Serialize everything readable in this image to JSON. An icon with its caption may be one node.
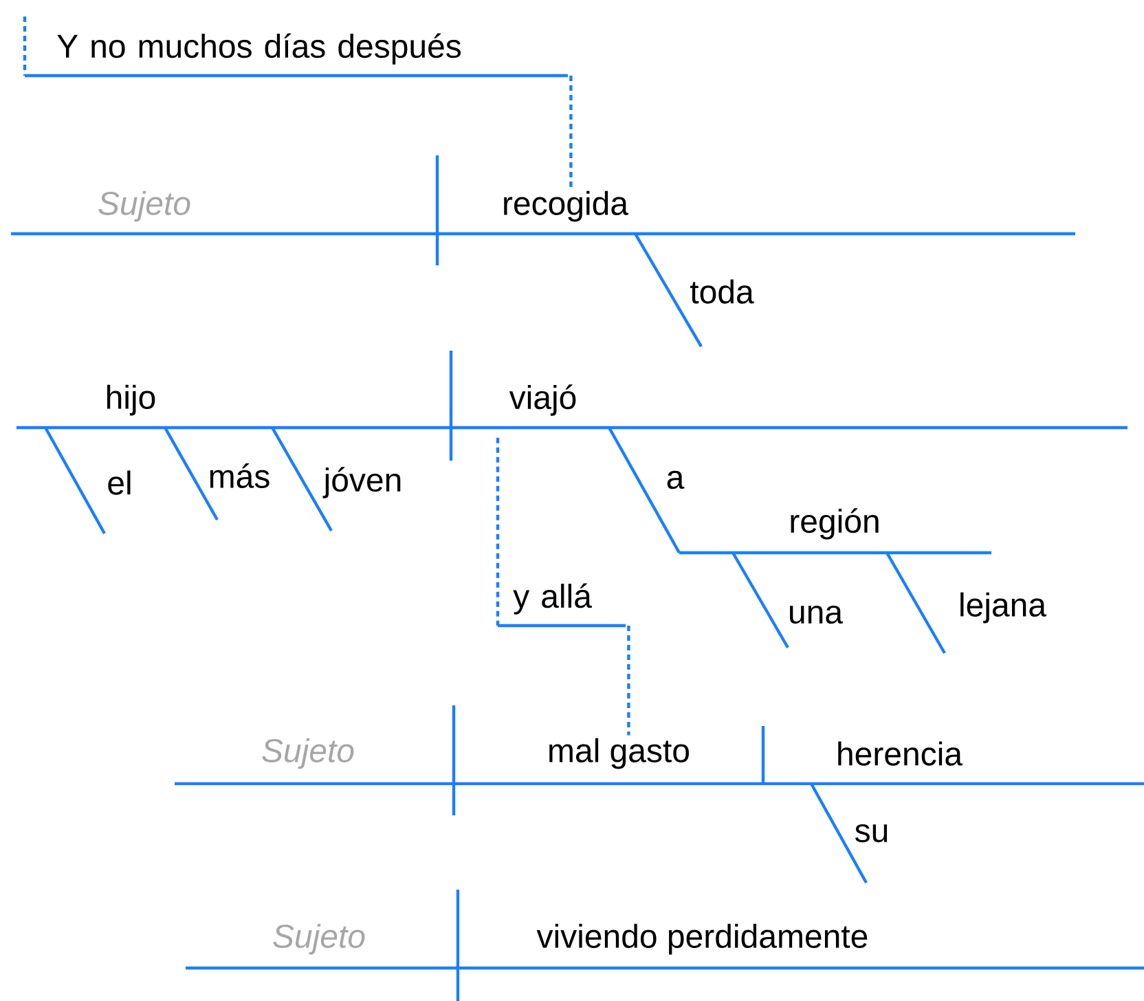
{
  "diagram": {
    "nodes": [
      {
        "text": [
          "Y no muchos días después"
        ]
      },
      {
        "text": [
          "Sujeto"
        ]
      },
      {
        "text": [
          "recogida"
        ]
      },
      {
        "text": [
          "toda"
        ]
      },
      {
        "text": [
          "hijo"
        ]
      },
      {
        "text": [
          "viajó"
        ]
      },
      {
        "text": [
          "el"
        ]
      },
      {
        "text": [
          "más"
        ]
      },
      {
        "text": [
          "jóven"
        ]
      },
      {
        "text": [
          "a"
        ]
      },
      {
        "text": [
          "región"
        ]
      },
      {
        "text": [
          "una"
        ]
      },
      {
        "text": [
          "lejana"
        ]
      },
      {
        "text": [
          "y allá"
        ]
      },
      {
        "text": [
          "Sujeto"
        ]
      },
      {
        "text": [
          "mal gasto"
        ]
      },
      {
        "text": [
          "herencia"
        ]
      },
      {
        "text": [
          "su"
        ]
      },
      {
        "text": [
          "Sujeto"
        ]
      },
      {
        "text": [
          "viviendo perdidamente"
        ]
      }
    ],
    "edges": [
      {
        "from": 0,
        "to": 2,
        "arrow": "none",
        "style": "dashed"
      },
      {
        "from": 5,
        "to": 13,
        "arrow": "none",
        "style": "dashed"
      },
      {
        "from": 13,
        "to": 15,
        "arrow": "none",
        "style": "dashed"
      }
    ]
  }
}
